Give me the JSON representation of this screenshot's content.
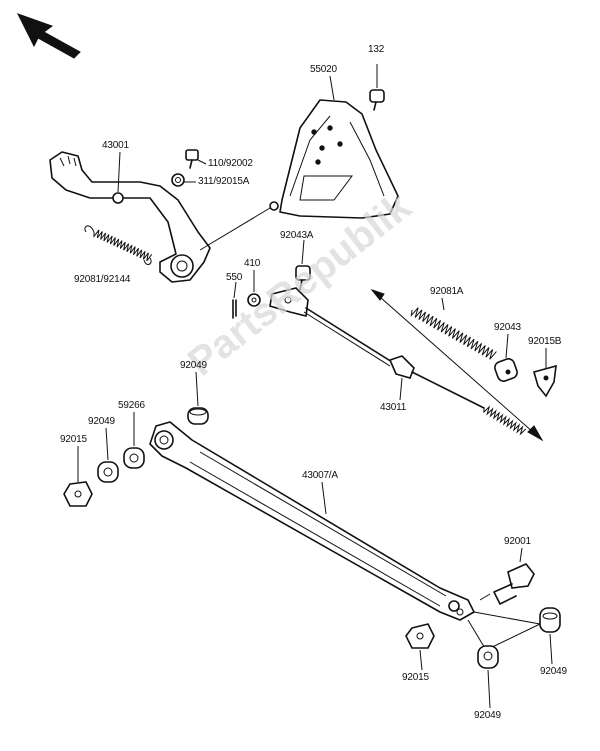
{
  "watermark": "PartsRepublik",
  "parts": {
    "p55020": "55020",
    "p132": "132",
    "p43001": "43001",
    "p110": "110/92002",
    "p311": "311/92015A",
    "p92081_92144": "92081/92144",
    "p92043A": "92043A",
    "p410": "410",
    "p550": "550",
    "p92081A": "92081A",
    "p92043": "92043",
    "p92015B": "92015B",
    "p92049a": "92049",
    "p59266": "59266",
    "p92049b": "92049",
    "p92015a": "92015",
    "p43011": "43011",
    "p43007A": "43007/A",
    "p92001": "92001",
    "p92015b": "92015",
    "p92049c": "92049",
    "p92049d": "92049"
  }
}
